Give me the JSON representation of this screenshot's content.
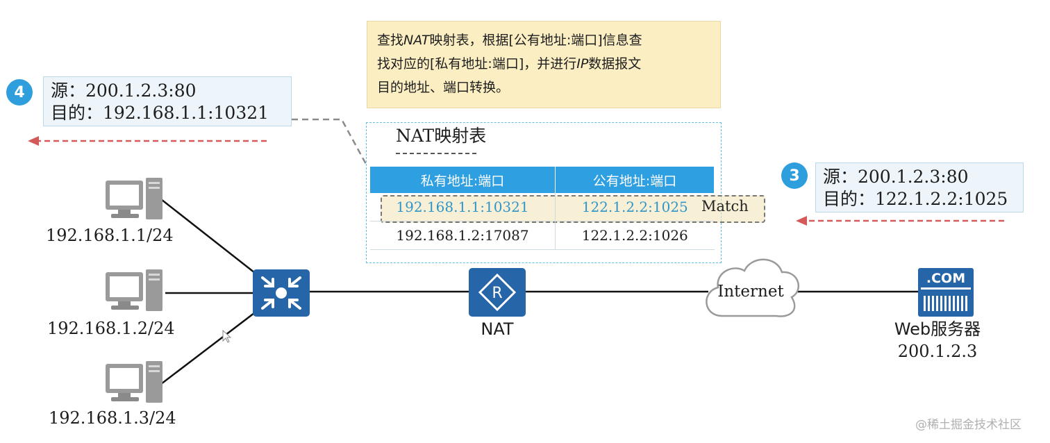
{
  "note": {
    "line1_a": "查找",
    "line1_it": "NAT",
    "line1_b": "映射表，根据[公有地址:端口]信息查",
    "line2_a": "找对应的[私有地址:端口]，并进行",
    "line2_it": "IP",
    "line2_b": "数据报文",
    "line3": "目的地址、端口转换。"
  },
  "step4": {
    "badge": "4",
    "src": "源：200.1.2.3:80",
    "dst": "目的：192.168.1.1:10321"
  },
  "step3": {
    "badge": "3",
    "src": "源：200.1.2.3:80",
    "dst": "目的：122.1.2.2:1025"
  },
  "nat_table": {
    "title": "NAT映射表",
    "headers": [
      "私有地址:端口",
      "公有地址:端口"
    ],
    "rows": [
      [
        "192.168.1.1:10321",
        "122.1.2.2:1025"
      ],
      [
        "192.168.1.2:17087",
        "122.1.2.2:1026"
      ]
    ],
    "match_label": "Match"
  },
  "hosts": [
    {
      "label": "192.168.1.1/24"
    },
    {
      "label": "192.168.1.2/24"
    },
    {
      "label": "192.168.1.3/24"
    }
  ],
  "devices": {
    "nat_label": "NAT",
    "internet_label": "Internet",
    "server_badge": ".COM",
    "server_name": "Web服务器",
    "server_ip": "200.1.2.3"
  },
  "watermark": "@稀土掘金技术社区",
  "colors": {
    "accent_blue": "#2e9fdc",
    "device_blue": "#2565a8",
    "arrow_red": "#d45a5a",
    "note_bg": "#fbeec3"
  }
}
